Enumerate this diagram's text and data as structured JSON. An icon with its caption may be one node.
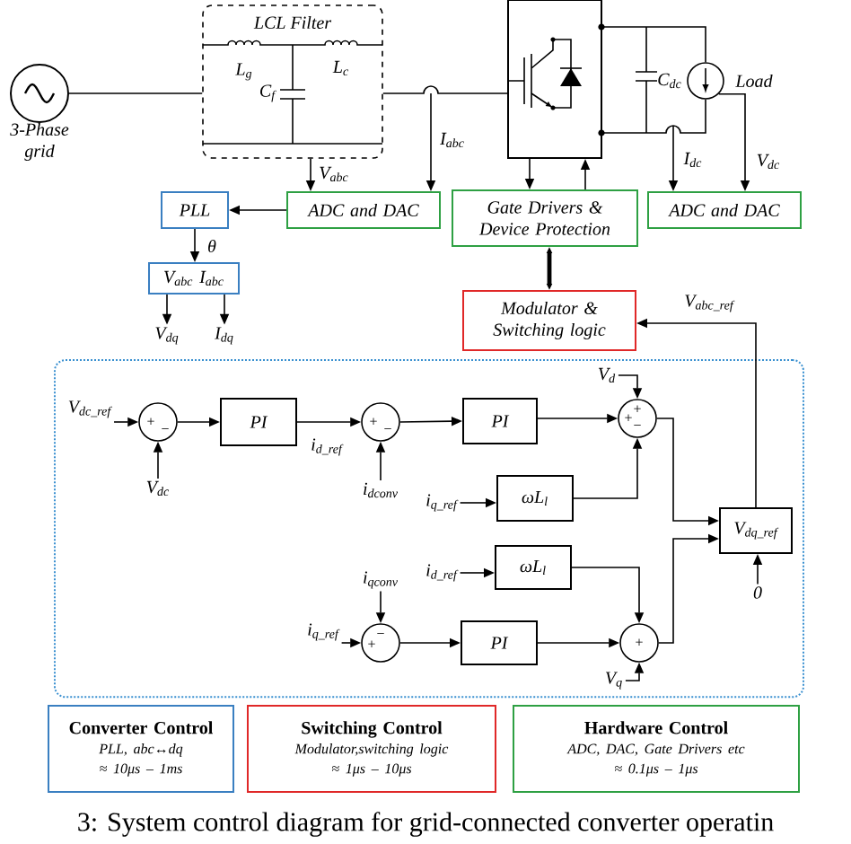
{
  "diagram": {
    "caption": "3: System control diagram for grid-connected converter operatin",
    "nodes": [
      {
        "text": [
          "LCL Filter"
        ]
      },
      {
        "text": [],
        "shape": "circle",
        "beside": [
          "3-Phase grid"
        ]
      },
      {
        "text": [],
        "shape": "box"
      },
      {
        "text": [],
        "shape": "circle",
        "beside": [
          "Load"
        ]
      },
      {
        "text": [
          "ADC and DAC"
        ]
      },
      {
        "text": [
          "PLL"
        ]
      },
      {
        "text": [
          "V$_{abc}$ I$_{abc}$"
        ]
      },
      {
        "text": [
          "Gate Drivers & Device Protection"
        ]
      },
      {
        "text": [
          "ADC and DAC"
        ]
      },
      {
        "text": [
          "Modulator & Switching logic"
        ]
      },
      {
        "text": [
          "V$_{dq}$"
        ]
      },
      {
        "text": [
          "I$_{dq}$"
        ]
      },
      {
        "text": [],
        "shape": "box"
      },
      {
        "text": [
          "V$_{dc_ref}$"
        ],
        "in": 12
      },
      {
        "text": [
          "+",
          "−"
        ],
        "in": 12
      },
      {
        "text": [
          "PI"
        ],
        "in": 12
      },
      {
        "text": [
          "+",
          "−"
        ],
        "in": 12
      },
      {
        "text": [
          "PI"
        ],
        "in": 12
      },
      {
        "text": [
          "V$_{d}$"
        ],
        "in": 12
      },
      {
        "text": [
          "+",
          "+",
          "−"
        ],
        "in": 12
      },
      {
        "text": [
          "V$_{dc}$"
        ],
        "in": 12
      },
      {
        "text": [
          "i$_{dconv}$"
        ],
        "in": 12
      },
      {
        "text": [
          "i$_{q_ref}$"
        ],
        "in": 12
      },
      {
        "text": [
          "ωL$_{l}$"
        ],
        "in": 12
      },
      {
        "text": [
          "V$_{dq_ref}$"
        ],
        "in": 12
      },
      {
        "text": [
          "i$_{d_ref}$"
        ],
        "in": 12
      },
      {
        "text": [
          "ωL$_{l}$"
        ],
        "in": 12
      },
      {
        "text": [
          "i$_{qconv}$"
        ],
        "in": 12
      },
      {
        "text": [
          "0"
        ],
        "in": 12
      },
      {
        "text": [
          "i$_{q_ref}$"
        ],
        "in": 12
      },
      {
        "text": [
          "−",
          "+"
        ],
        "in": 12
      },
      {
        "text": [
          "PI"
        ],
        "in": 12
      },
      {
        "text": [
          "+"
        ],
        "in": 12
      },
      {
        "text": [
          "V$_{q}$"
        ],
        "in": 12
      },
      {
        "text": [
          "Converter Control",
          "PLL, abc↔dq",
          "≈ 10μs – 1ms"
        ]
      },
      {
        "text": [
          "Switching Control",
          "Modulator,switching logic",
          "≈ 1μs – 10μs"
        ]
      },
      {
        "text": [
          "Hardware Control",
          "ADC, DAC, Gate Drivers etc",
          "≈ 0.1μs – 1μs"
        ]
      }
    ],
    "edges": [
      {
        "from": 1,
        "to": 0,
        "arrow": "none"
      },
      {
        "from": 0,
        "to": 2,
        "arrow": "none"
      },
      {
        "from": 3,
        "to": 2,
        "arrow": "none"
      },
      {
        "from": 3,
        "to": 2,
        "arrow": "none"
      },
      {
        "from": 0,
        "to": 4,
        "arrow": "to",
        "label": "V$_{abc}$"
      },
      {
        "from": null,
        "to": 4,
        "arrow": "to",
        "label": "I$_{abc}$"
      },
      {
        "from": 4,
        "to": 5,
        "arrow": "to"
      },
      {
        "from": 5,
        "to": 6,
        "arrow": "to",
        "label": "θ"
      },
      {
        "from": 6,
        "to": 10,
        "arrow": "to"
      },
      {
        "from": 6,
        "to": 11,
        "arrow": "to"
      },
      {
        "from": 2,
        "to": 7,
        "arrow": "to"
      },
      {
        "from": 7,
        "to": 2,
        "arrow": "to"
      },
      {
        "from": 7,
        "to": 9,
        "arrow": "both",
        "style": "thick"
      },
      {
        "from": null,
        "to": 8,
        "arrow": "to",
        "label": "I$_{dc}$"
      },
      {
        "from": 3,
        "to": 8,
        "arrow": "to",
        "label": "V$_{dc}$"
      },
      {
        "from": 24,
        "to": 9,
        "arrow": "to",
        "label": "V$_{abc_ref}$"
      },
      {
        "from": 13,
        "to": 14,
        "arrow": "to"
      },
      {
        "from": 20,
        "to": 14,
        "arrow": "to"
      },
      {
        "from": 14,
        "to": 15,
        "arrow": "to"
      },
      {
        "from": 15,
        "to": 16,
        "arrow": "to",
        "label": "i$_{d_ref}$"
      },
      {
        "from": 21,
        "to": 16,
        "arrow": "to"
      },
      {
        "from": 16,
        "to": 17,
        "arrow": "to"
      },
      {
        "from": 17,
        "to": 19,
        "arrow": "to"
      },
      {
        "from": 18,
        "to": 19,
        "arrow": "to"
      },
      {
        "from": 23,
        "to": 19,
        "arrow": "to"
      },
      {
        "from": 22,
        "to": 23,
        "arrow": "to"
      },
      {
        "from": 19,
        "to": 24,
        "arrow": "to"
      },
      {
        "from": 25,
        "to": 26,
        "arrow": "to"
      },
      {
        "from": 26,
        "to": 32,
        "arrow": "to"
      },
      {
        "from": 27,
        "to": 30,
        "arrow": "to"
      },
      {
        "from": 29,
        "to": 30,
        "arrow": "to"
      },
      {
        "from": 30,
        "to": 31,
        "arrow": "to"
      },
      {
        "from": 31,
        "to": 32,
        "arrow": "to"
      },
      {
        "from": 33,
        "to": 32,
        "arrow": "to"
      },
      {
        "from": 32,
        "to": 24,
        "arrow": "to"
      },
      {
        "from": 28,
        "to": 24,
        "arrow": "to"
      }
    ],
    "labels": [
      "L$_{g}$",
      "C$_{f}$",
      "L$_{c}$",
      "C$_{dc}$"
    ]
  }
}
